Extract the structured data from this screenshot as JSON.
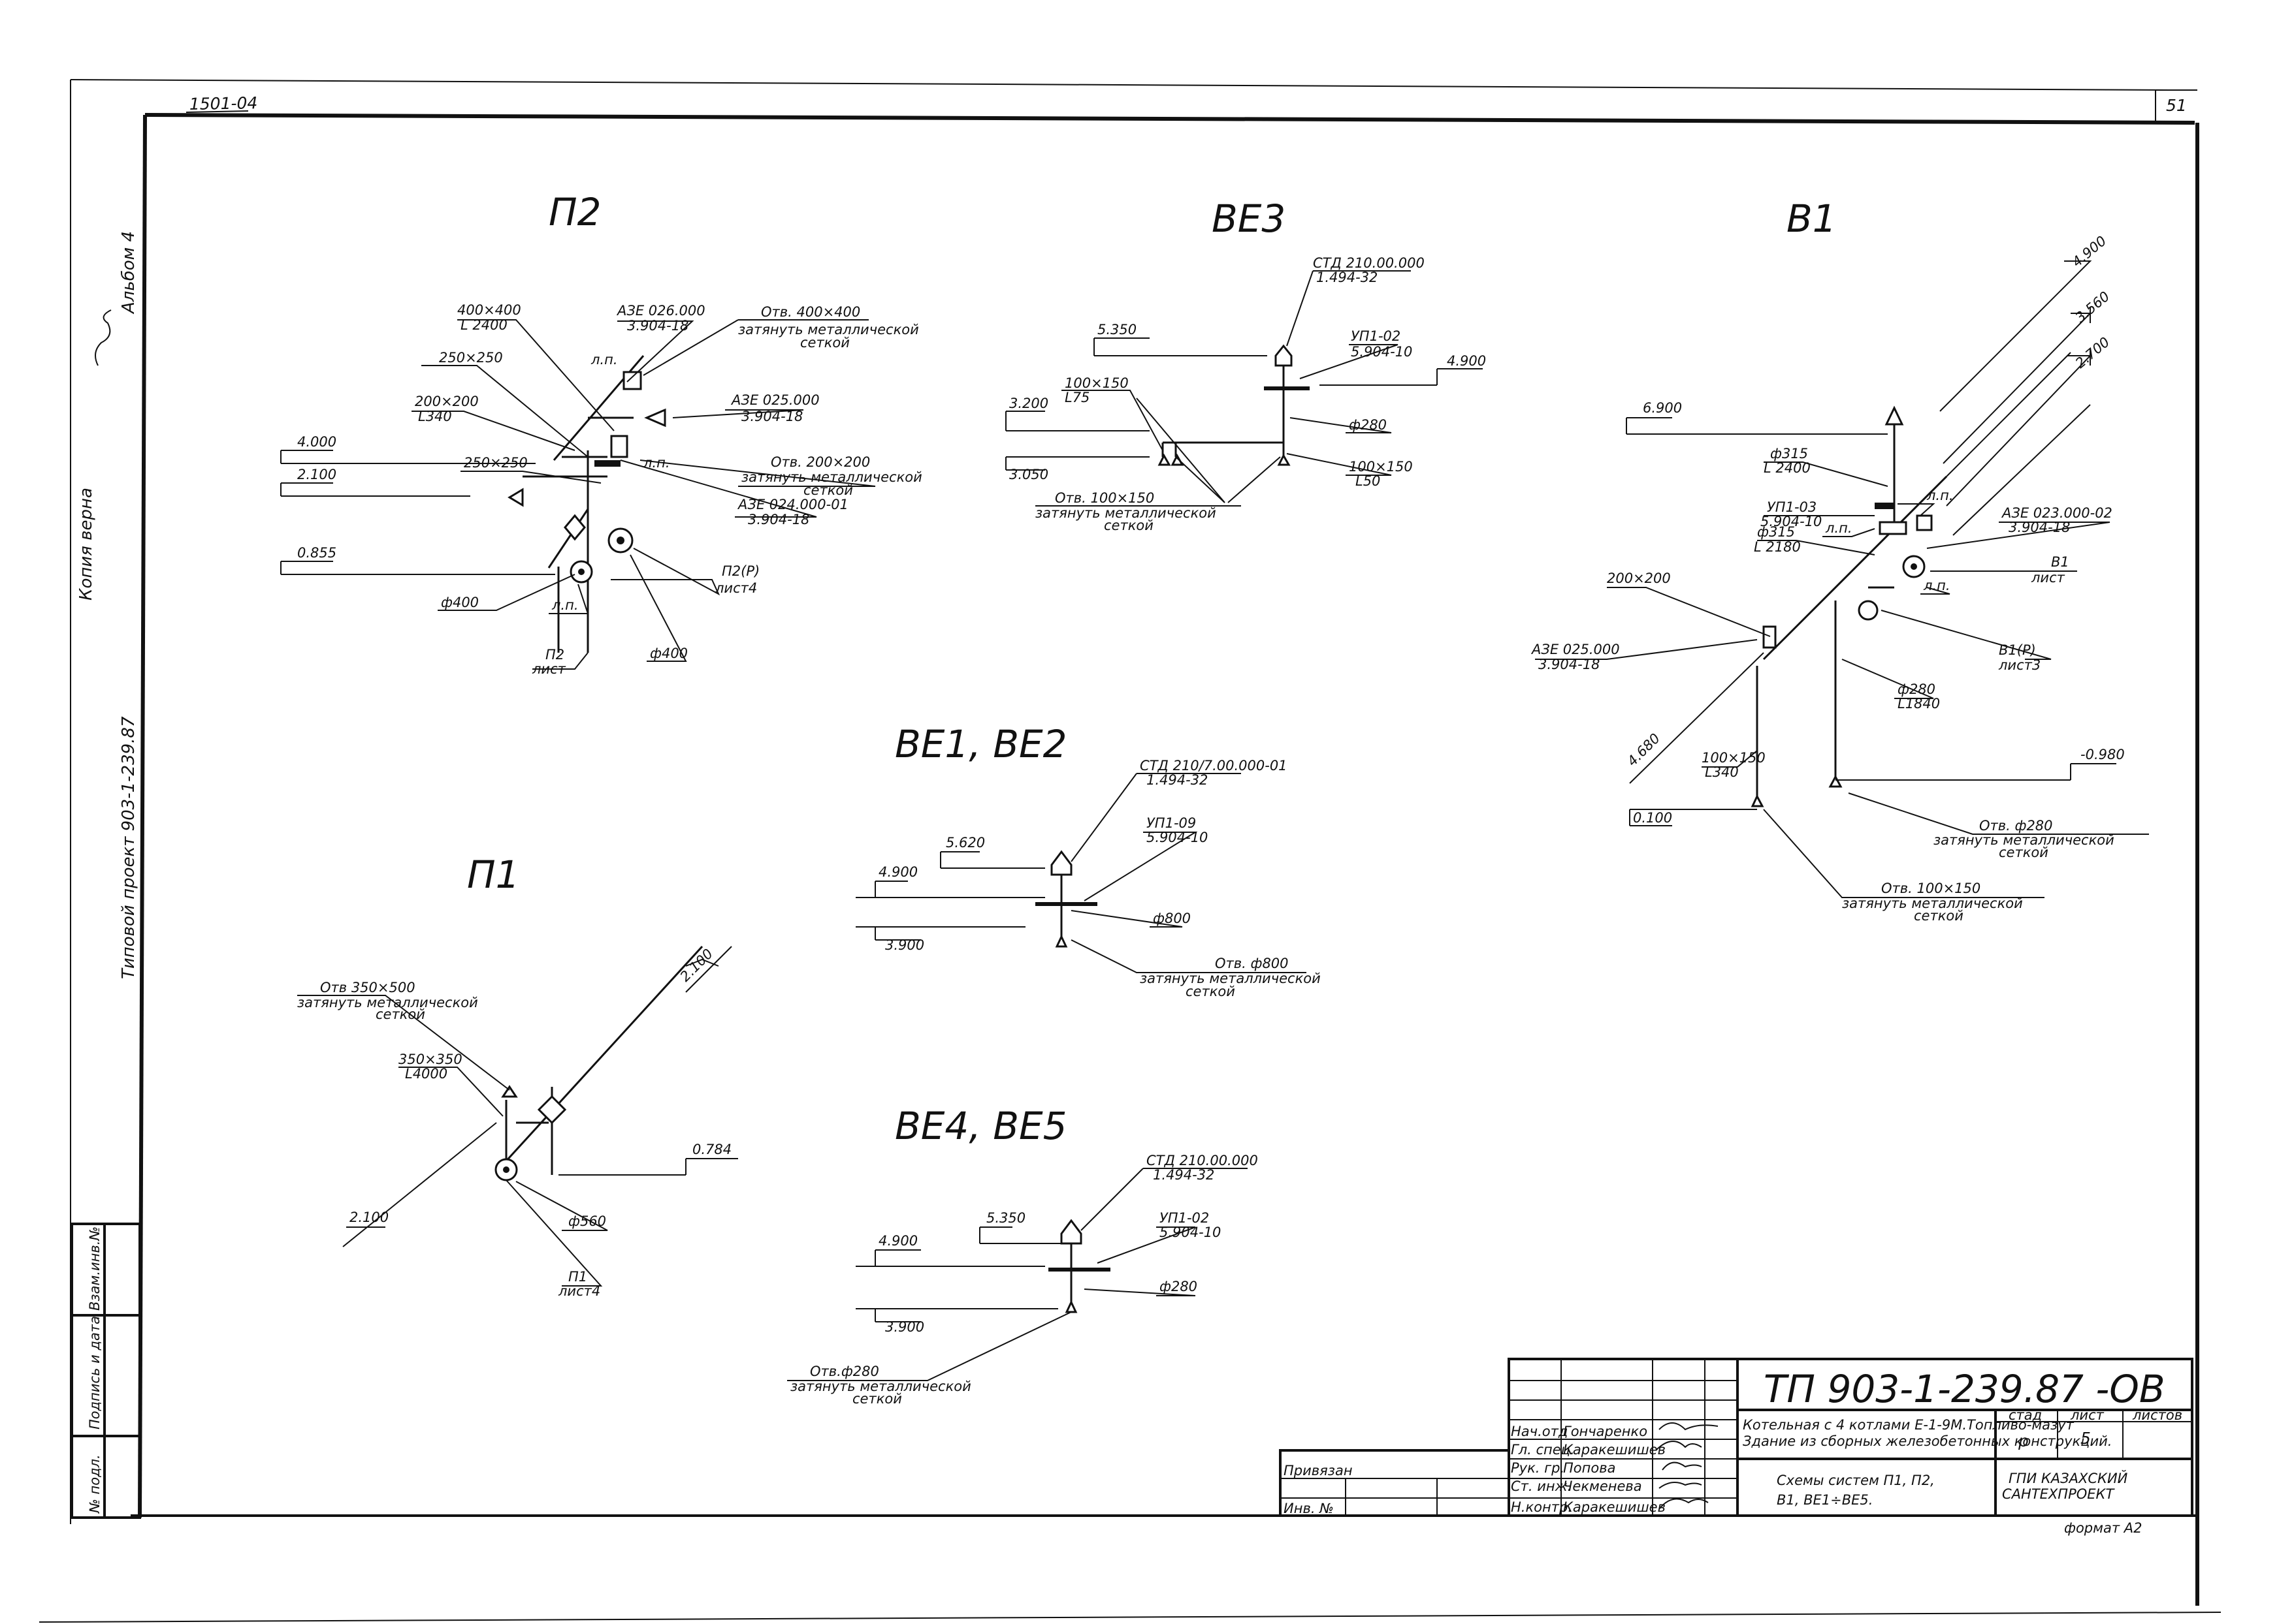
{
  "sheet": {
    "archive_no": "1501-04",
    "page_no": "51",
    "side_notes": [
      "Альбом 4",
      "Копия верна",
      "Типовой проект 903-1-239.87"
    ],
    "left_strip": [
      "Взам.инв.№",
      "Подпись и дата",
      "№ подл."
    ]
  },
  "schemes": {
    "p2": {
      "title": "П2",
      "labels": [
        "400×400",
        "L 2400",
        "АЗЕ 026.000",
        "3.904-18",
        "Отв. 400×400",
        "затянуть металлической",
        "сеткой",
        "250×250",
        "л.п.",
        "200×200",
        "L340",
        "АЗЕ 025.000",
        "3.904-18",
        "4.000",
        "2.100",
        "250×250",
        "л.п.",
        "Отв. 200×200",
        "затянуть металлической",
        "сеткой",
        "АЗЕ 024.000-01",
        "3.904-18",
        "0.855",
        "П2(Р)",
        "лист4",
        "ф400",
        "л.п.",
        "П2",
        "лист",
        "ф400"
      ]
    },
    "ve3": {
      "title": "ВЕ3",
      "labels": [
        "СТД 210.00.000",
        "1.494-32",
        "5.350",
        "УП1-02",
        "5.904-10",
        "4.900",
        "100×150",
        "L75",
        "3.200",
        "ф280",
        "3.050",
        "100×150",
        "L50",
        "Отв. 100×150",
        "затянуть металлической",
        "сеткой"
      ]
    },
    "v1": {
      "title": "В1",
      "labels": [
        "4.900",
        "3.560",
        "2.700",
        "6.900",
        "ф315",
        "L 2400",
        "УП1-03",
        "5.904-10",
        "л.п.",
        "ф315",
        "L 2180",
        "л.п.",
        "АЗЕ 023.000-02",
        "3.904-18",
        "В1",
        "лист",
        "л.п.",
        "200×200",
        "В1(Р)",
        "лист3",
        "АЗЕ 025.000",
        "3.904-18",
        "ф280",
        "L1840",
        "4.680",
        "100×150",
        "L340",
        "-0.980",
        "0.100",
        "Отв. ф280",
        "затянуть металлической",
        "сеткой",
        "Отв. 100×150",
        "затянуть металлической",
        "сеткой"
      ]
    },
    "ve12": {
      "title": "ВЕ1, ВЕ2",
      "labels": [
        "СТД 210/7.00.000-01",
        "1.494-32",
        "УП1-09",
        "5.904-10",
        "5.620",
        "4.900",
        "ф800",
        "3.900",
        "Отв. ф800",
        "затянуть металлической",
        "сеткой"
      ]
    },
    "p1": {
      "title": "П1",
      "labels": [
        "2.100",
        "Отв 350×500",
        "затянуть металлической",
        "сеткой",
        "350×350",
        "L4000",
        "0.784",
        "2.100",
        "ф560",
        "П1",
        "лист4"
      ]
    },
    "ve45": {
      "title": "ВЕ4, ВЕ5",
      "labels": [
        "СТД 210.00.000",
        "1.494-32",
        "5.350",
        "УП1-02",
        "5.904-10",
        "4.900",
        "ф280",
        "3.900",
        "Отв.ф280",
        "затянуть металлической",
        "сеткой"
      ]
    }
  },
  "title_block": {
    "designation": "ТП 903-1-239.87 -ОВ",
    "object_line1": "Котельная с 4 котлами Е-1-9М.Топливо-мазут",
    "object_line2": "Здание из сборных железобетонных конструкций.",
    "roles": [
      "Нач.отд",
      "Гл. спец.",
      "Рук. гр.",
      "Ст. инж."
    ],
    "names": [
      "Гончаренко",
      "Каракешишев",
      "Попова",
      "Чекменева"
    ],
    "control_role": "Н.контр.",
    "control_name": "Каракешишев",
    "sheet_title_line1": "Схемы систем П1, П2,",
    "sheet_title_line2": "В1, ВЕ1÷ВЕ5.",
    "stage_header": "стад",
    "sheet_header": "лист",
    "sheets_header": "листов",
    "stage": "р",
    "sheet": "5",
    "org_line1": "ГПИ КАЗАХСКИЙ",
    "org_line2": "САНТЕХПРОЕКТ",
    "format": "формат А2",
    "privyazan": "Привязан",
    "inv_no": "Инв. №"
  }
}
